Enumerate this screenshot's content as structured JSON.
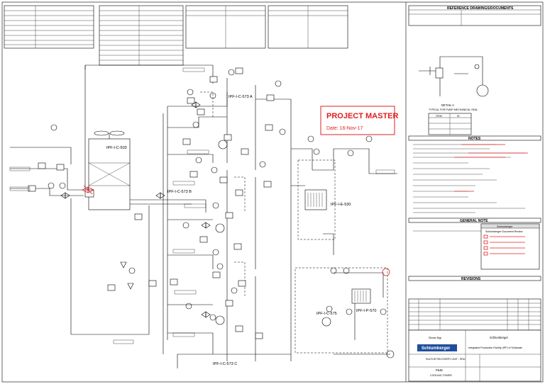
{
  "stamp": {
    "title": "PROJECT MASTER",
    "date": "Date: 16-Nov-17"
  },
  "tags": {
    "cell_a": "IPF-I-C-573 A",
    "cell_b": "IPF-I-C-573 B",
    "cell_c": "IPF-I-C-573 C",
    "fan_cell": "IPF-I-C-503",
    "exchanger_a": "IPF-I-E-530",
    "exchanger_b": "IPF-I-C-575",
    "pump": "IPF-I-P-570"
  },
  "sections": {
    "reference": "REFERENCE DRAWINGS/DOCUMENTS",
    "notes": "NOTES",
    "general_note": "GENERAL NOTE",
    "revision": "REVISIONS"
  },
  "detail": {
    "title": "DETAIL A",
    "subtitle": "TYPICAL FOR PUMP MECHANICAL SEAL",
    "col_item": "ITEM",
    "col_id": "ID"
  },
  "titleblock": {
    "company": "Schlumberger",
    "client_line1": "Slimac Nigi",
    "client_line2": "Schlumberger",
    "project": "Integrated Production Facility (IPF) of Sultanate",
    "drawing_title": "P&ID",
    "drawing_subtitle": "COOLING TOWER",
    "unit": "SULFUR RECOVERY UNIT - SRU"
  },
  "review_box": {
    "title": "Schlumberger",
    "subtitle": "Schlumberger Document Review"
  }
}
